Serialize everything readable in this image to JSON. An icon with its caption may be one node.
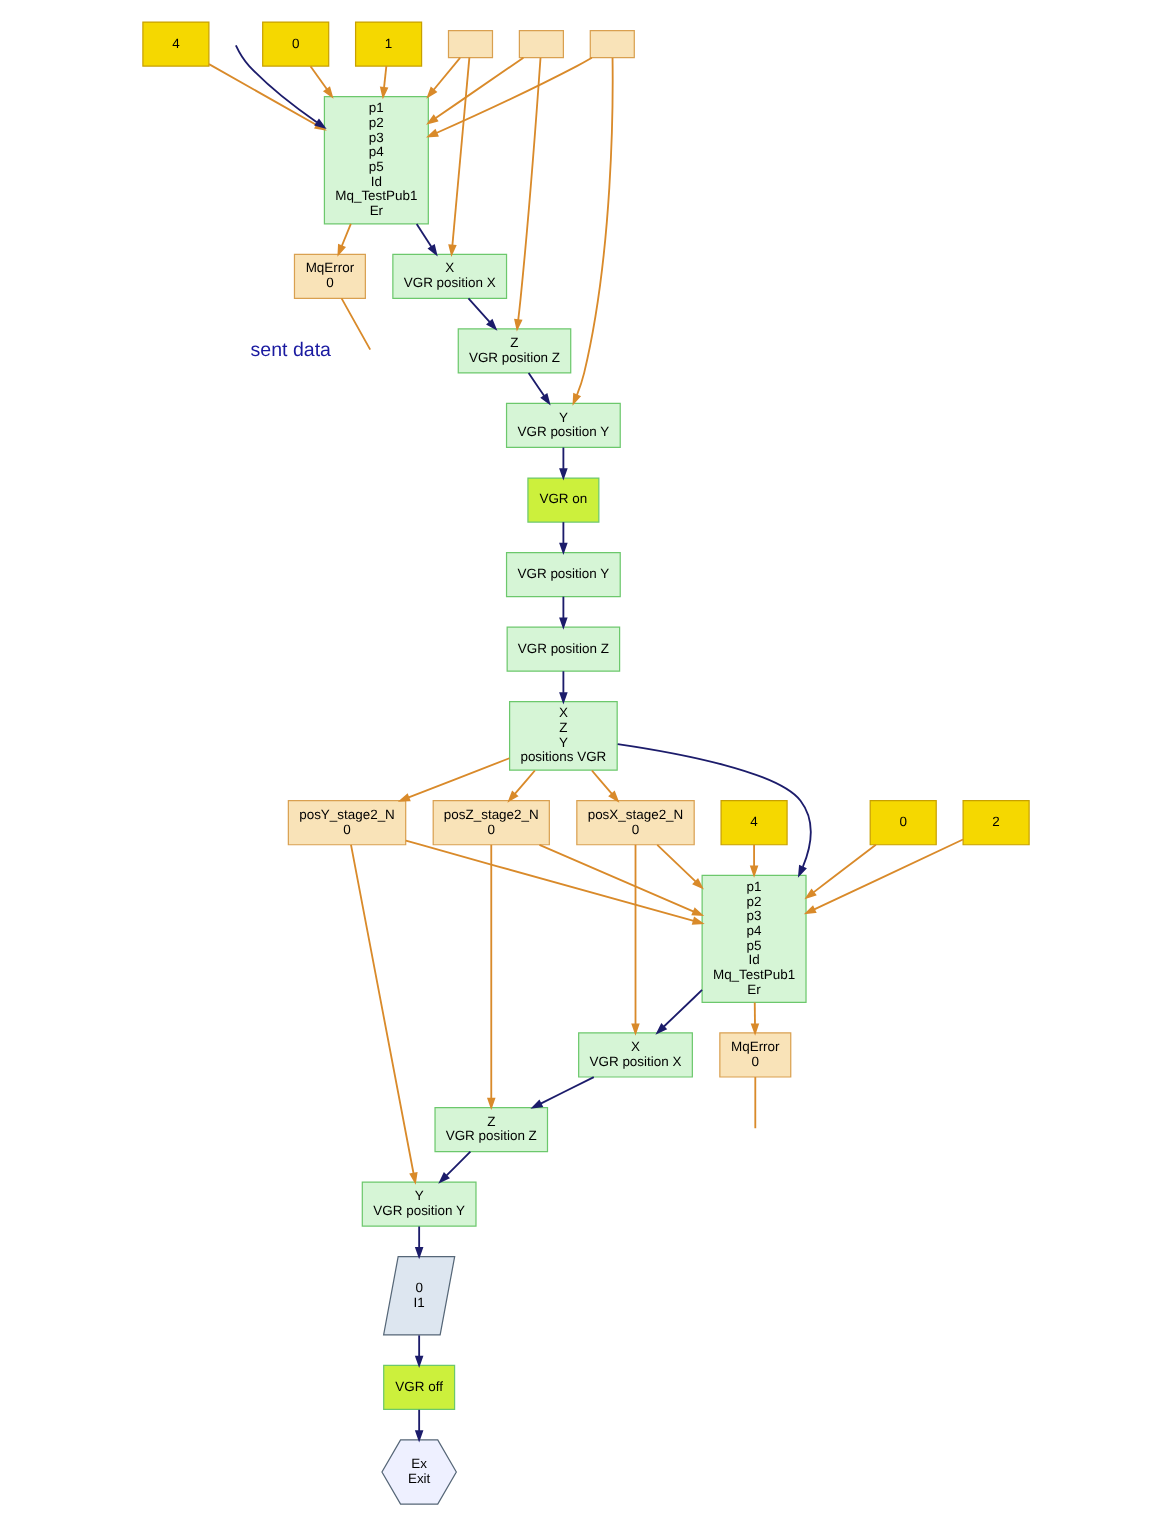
{
  "diagram": {
    "nodes": [
      {
        "text": [
          "p1",
          "p2",
          "p3",
          "p4",
          "p5",
          "Id",
          "Mq_TestPub1",
          "Er"
        ]
      },
      {
        "text": [
          "MqError",
          "0"
        ]
      },
      {
        "text": [
          "0"
        ]
      },
      {
        "text": [
          "1"
        ]
      },
      {
        "text": [
          "4"
        ]
      },
      {
        "text": [
          "X",
          "VGR position X"
        ]
      },
      {
        "text": [
          "Z",
          "VGR position Z"
        ]
      },
      {
        "text": [
          "Y",
          "VGR position Y"
        ]
      },
      {
        "text": [],
        "shape": "box"
      },
      {
        "text": [],
        "shape": "box"
      },
      {
        "text": [],
        "shape": "box"
      },
      {
        "text": [
          "VGR on"
        ]
      },
      {
        "text": [
          "VGR position Y"
        ]
      },
      {
        "text": [
          "VGR position Z"
        ]
      },
      {
        "text": [
          "X",
          "Z",
          "Y",
          "positions VGR"
        ]
      },
      {
        "text": [
          "posX_stage2_N",
          "0"
        ]
      },
      {
        "text": [
          "posZ_stage2_N",
          "0"
        ]
      },
      {
        "text": [
          "posY_stage2_N",
          "0"
        ]
      },
      {
        "text": [
          "p1",
          "p2",
          "p3",
          "p4",
          "p5",
          "Id",
          "Mq_TestPub1",
          "Er"
        ]
      },
      {
        "text": [
          "MqError",
          "0"
        ]
      },
      {
        "text": [
          "0"
        ]
      },
      {
        "text": [
          "2"
        ]
      },
      {
        "text": [
          "4"
        ]
      },
      {
        "text": [
          "X",
          "VGR position X"
        ]
      },
      {
        "text": [
          "Z",
          "VGR position Z"
        ]
      },
      {
        "text": [
          "Y",
          "VGR position Y"
        ]
      },
      {
        "text": [
          "0",
          "I1"
        ]
      },
      {
        "text": [
          "VGR off"
        ]
      },
      {
        "text": [
          "Ex",
          "Exit"
        ]
      }
    ],
    "edges": [
      {
        "from": null,
        "to": 0,
        "arrow": "to",
        "color": "#1c1c6b"
      },
      {
        "from": 0,
        "to": 5,
        "arrow": "to",
        "color": "#1c1c6b"
      },
      {
        "from": 5,
        "to": 6,
        "arrow": "to",
        "color": "#1c1c6b"
      },
      {
        "from": 6,
        "to": 7,
        "arrow": "to",
        "color": "#1c1c6b"
      },
      {
        "from": 7,
        "to": 11,
        "arrow": "to",
        "color": "#1c1c6b"
      },
      {
        "from": 8,
        "to": 5,
        "arrow": "to"
      },
      {
        "from": 8,
        "to": 0,
        "arrow": "to"
      },
      {
        "from": 9,
        "to": 6,
        "arrow": "to"
      },
      {
        "from": 9,
        "to": 0,
        "arrow": "to"
      },
      {
        "from": 10,
        "to": 7,
        "arrow": "to"
      },
      {
        "from": 10,
        "to": 0,
        "arrow": "to"
      },
      {
        "from": 2,
        "to": 0,
        "arrow": "to"
      },
      {
        "from": 3,
        "to": 0,
        "arrow": "to"
      },
      {
        "from": 4,
        "to": 0,
        "arrow": "to"
      },
      {
        "from": 0,
        "to": 1,
        "arrow": "to"
      },
      {
        "from": 1,
        "to": null,
        "arrow": "none"
      },
      {
        "from": 11,
        "to": 12,
        "arrow": "to",
        "color": "#1c1c6b"
      },
      {
        "from": 12,
        "to": 13,
        "arrow": "to",
        "color": "#1c1c6b"
      },
      {
        "from": 13,
        "to": 14,
        "arrow": "to",
        "color": "#1c1c6b"
      },
      {
        "from": 14,
        "to": 18,
        "arrow": "to",
        "color": "#1c1c6b"
      },
      {
        "from": 14,
        "to": 15,
        "arrow": "to"
      },
      {
        "from": 14,
        "to": 16,
        "arrow": "to"
      },
      {
        "from": 14,
        "to": 17,
        "arrow": "to"
      },
      {
        "from": 15,
        "to": 23,
        "arrow": "to"
      },
      {
        "from": 15,
        "to": 18,
        "arrow": "to"
      },
      {
        "from": 16,
        "to": 24,
        "arrow": "to"
      },
      {
        "from": 16,
        "to": 18,
        "arrow": "to"
      },
      {
        "from": 17,
        "to": 25,
        "arrow": "to"
      },
      {
        "from": 17,
        "to": 18,
        "arrow": "to"
      },
      {
        "from": 20,
        "to": 18,
        "arrow": "to"
      },
      {
        "from": 21,
        "to": 18,
        "arrow": "to"
      },
      {
        "from": 22,
        "to": 18,
        "arrow": "to"
      },
      {
        "from": 18,
        "to": 19,
        "arrow": "to"
      },
      {
        "from": 19,
        "to": null,
        "arrow": "none"
      },
      {
        "from": 18,
        "to": 23,
        "arrow": "to",
        "color": "#1c1c6b"
      },
      {
        "from": 23,
        "to": 24,
        "arrow": "to",
        "color": "#1c1c6b"
      },
      {
        "from": 24,
        "to": 25,
        "arrow": "to",
        "color": "#1c1c6b"
      },
      {
        "from": 25,
        "to": 26,
        "arrow": "to",
        "color": "#1c1c6b"
      },
      {
        "from": 26,
        "to": 27,
        "arrow": "to",
        "color": "#1c1c6b"
      },
      {
        "from": 27,
        "to": 28,
        "arrow": "to",
        "color": "#1c1c6b"
      }
    ],
    "labels": [
      "sent data"
    ]
  }
}
